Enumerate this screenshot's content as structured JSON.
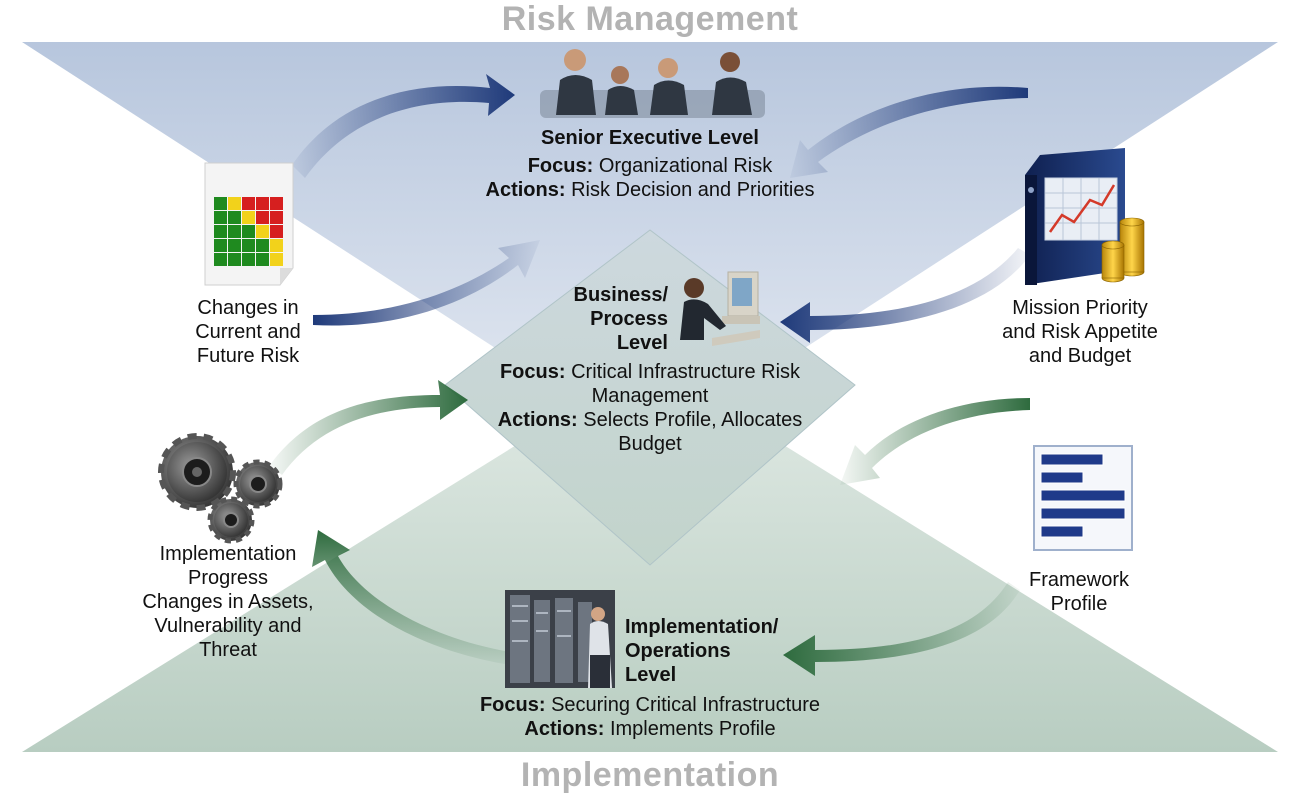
{
  "titles": {
    "top": "Risk Management",
    "bottom": "Implementation"
  },
  "senior": {
    "heading": "Senior Executive Level",
    "focus_label": "Focus:",
    "focus_text": "Organizational Risk",
    "actions_label": "Actions:",
    "actions_text": "Risk Decision and Priorities"
  },
  "business": {
    "heading": "Business/\nProcess\nLevel",
    "focus_label": "Focus:",
    "focus_text": "Critical Infrastructure Risk",
    "focus_text2": "Management",
    "actions_label": "Actions:",
    "actions_text": "Selects Profile, Allocates",
    "actions_text2": "Budget"
  },
  "implementation": {
    "heading": "Implementation/\nOperations\nLevel",
    "focus_label": "Focus:",
    "focus_text": "Securing Critical Infrastructure",
    "actions_label": "Actions:",
    "actions_text": "Implements Profile"
  },
  "side_labels": {
    "changes_risk": "Changes in\nCurrent and\nFuture Risk",
    "mission": "Mission Priority\nand Risk Appetite\nand Budget",
    "progress": "Implementation\nProgress\nChanges in Assets,\nVulnerability and\nThreat",
    "framework": "Framework\nProfile"
  },
  "colors": {
    "top_triangle": "#c5d1e3",
    "bottom_triangle": "#c9d9d1",
    "blue_arrow": "#1f3a7a",
    "green_arrow": "#2e6b3e",
    "title_gray": "#b3b3b3"
  }
}
